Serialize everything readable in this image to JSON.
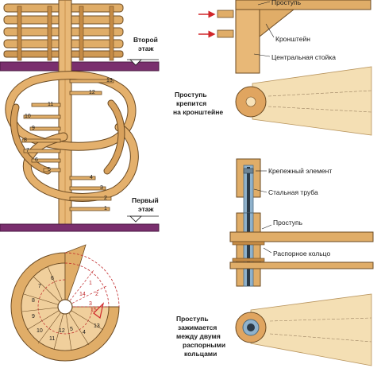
{
  "colors": {
    "wood": "#e0ad68",
    "wood_dark": "#b97a33",
    "wood_light": "#f3e2bf",
    "floor": "#7a2f6e",
    "steel": "#8fb2cc",
    "red": "#d0262a",
    "outline": "#6b4a22"
  },
  "floor_labels": {
    "second": [
      "Второй",
      "этаж"
    ],
    "first": [
      "Первый",
      "этаж"
    ]
  },
  "stair_numbers": {
    "side": [
      "1",
      "2",
      "3",
      "4",
      "5",
      "6",
      "7",
      "8",
      "9",
      "10",
      "11",
      "12",
      "13"
    ],
    "plan_black": [
      "4",
      "5",
      "6",
      "7",
      "8",
      "9",
      "10",
      "11",
      "12",
      "13"
    ],
    "plan_red": [
      "1",
      "2",
      "3",
      "14",
      "15"
    ]
  },
  "bracket_detail": {
    "labels": [
      "Проступь",
      "Кронштейн",
      "Центральная стойка"
    ],
    "caption": [
      "Проступь",
      "крепится",
      "на кронштейне"
    ]
  },
  "ring_detail": {
    "labels": [
      "Крепежный элемент",
      "Стальная труба",
      "Проступь",
      "Распорное кольцо"
    ],
    "caption": [
      "Проступь",
      "зажимается",
      "между двумя",
      "распорными",
      "кольцами"
    ]
  }
}
